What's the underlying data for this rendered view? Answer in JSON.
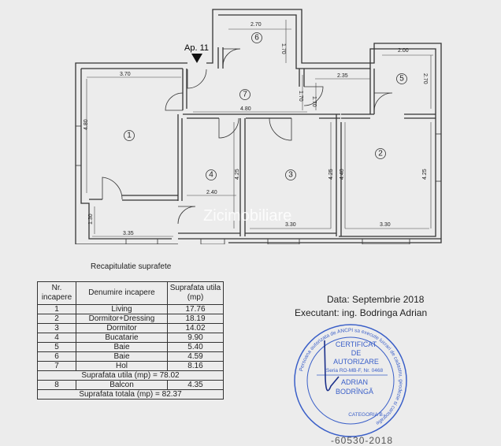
{
  "plan": {
    "apartment_label": "Ap. 11",
    "watermark": "Zicimobiliare",
    "rooms": [
      {
        "num": "1"
      },
      {
        "num": "2"
      },
      {
        "num": "3"
      },
      {
        "num": "4"
      },
      {
        "num": "5"
      },
      {
        "num": "6"
      },
      {
        "num": "7"
      }
    ],
    "dimensions": [
      "2.70",
      "1.70",
      "3.70",
      "2.00",
      "2.70",
      "2.35",
      "1.70",
      "1.70",
      "4.80",
      "4.80",
      "4.40",
      "4.25",
      "4.25",
      "4.25",
      "2.40",
      "1.30",
      "3.35",
      "3.30",
      "3.30"
    ]
  },
  "recap": {
    "title": "Recapitulatie suprafete",
    "headers": {
      "nr": "Nr. incapere",
      "denumire": "Denumire incapere",
      "suprafata": "Suprafata utila (mp)"
    },
    "rows": [
      {
        "nr": "1",
        "name": "Living",
        "area": "17.76"
      },
      {
        "nr": "2",
        "name": "Dormitor+Dressing",
        "area": "18.19"
      },
      {
        "nr": "3",
        "name": "Dormitor",
        "area": "14.02"
      },
      {
        "nr": "4",
        "name": "Bucatarie",
        "area": "9.90"
      },
      {
        "nr": "5",
        "name": "Baie",
        "area": "5.40"
      },
      {
        "nr": "6",
        "name": "Baie",
        "area": "4.59"
      },
      {
        "nr": "7",
        "name": "Hol",
        "area": "8.16"
      }
    ],
    "utila_total": "Suprafata utila (mp) = 78.02",
    "balcon": {
      "nr": "8",
      "name": "Balcon",
      "area": "4.35"
    },
    "totala": "Suprafata totala (mp) = 82.37"
  },
  "info": {
    "data": "Data: Septembrie 2018",
    "executant": "Executant: ing. Bodringa Adrian"
  },
  "stamp": {
    "line1": "CERTIFICAT",
    "line2": "DE",
    "line3": "AUTORIZARE",
    "serie": "Seria RO-MB-F, Nr. 0468",
    "name1": "ADRIAN",
    "name2": "BODRÎNGĂ",
    "categoria": "CATEGORIA B",
    "ring_text": "Persoana autorizata de ANCPI sa execute lucrari de cadastru, geodezie si cartografie"
  },
  "bottom_code": "-60530-2018"
}
